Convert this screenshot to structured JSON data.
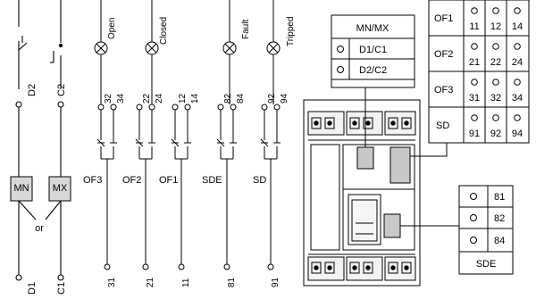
{
  "left_terminals": {
    "d2": "D2",
    "c2": "C2",
    "d1": "D1",
    "c1": "C1",
    "mn_label": "MN",
    "mx_label": "MX",
    "or_label": "or"
  },
  "lamps": {
    "open": "Open",
    "closed": "Closed",
    "fault": "Fault",
    "tripped": "Tripped"
  },
  "contacts": [
    {
      "name": "OF3",
      "top_left": "32",
      "top_right": "34",
      "bottom": "31"
    },
    {
      "name": "OF2",
      "top_left": "22",
      "top_right": "24",
      "bottom": "21"
    },
    {
      "name": "OF1",
      "top_left": "12",
      "top_right": "14",
      "bottom": "11"
    },
    {
      "name": "SDE",
      "top_left": "82",
      "top_right": "84",
      "bottom": "81"
    },
    {
      "name": "SD",
      "top_left": "92",
      "top_right": "94",
      "bottom": "91"
    }
  ],
  "mn_mx_table": {
    "title": "MN/MX",
    "rows": [
      "D1/C1",
      "D2/C2"
    ]
  },
  "of_table": {
    "rows": [
      {
        "label": "OF1",
        "terminals": [
          "11",
          "12",
          "14"
        ]
      },
      {
        "label": "OF2",
        "terminals": [
          "21",
          "22",
          "24"
        ]
      },
      {
        "label": "OF3",
        "terminals": [
          "31",
          "32",
          "34"
        ]
      },
      {
        "label": "SD",
        "terminals": [
          "91",
          "92",
          "94"
        ]
      }
    ]
  },
  "sde_table": {
    "terminals": [
      "81",
      "82",
      "84"
    ],
    "label": "SDE"
  }
}
